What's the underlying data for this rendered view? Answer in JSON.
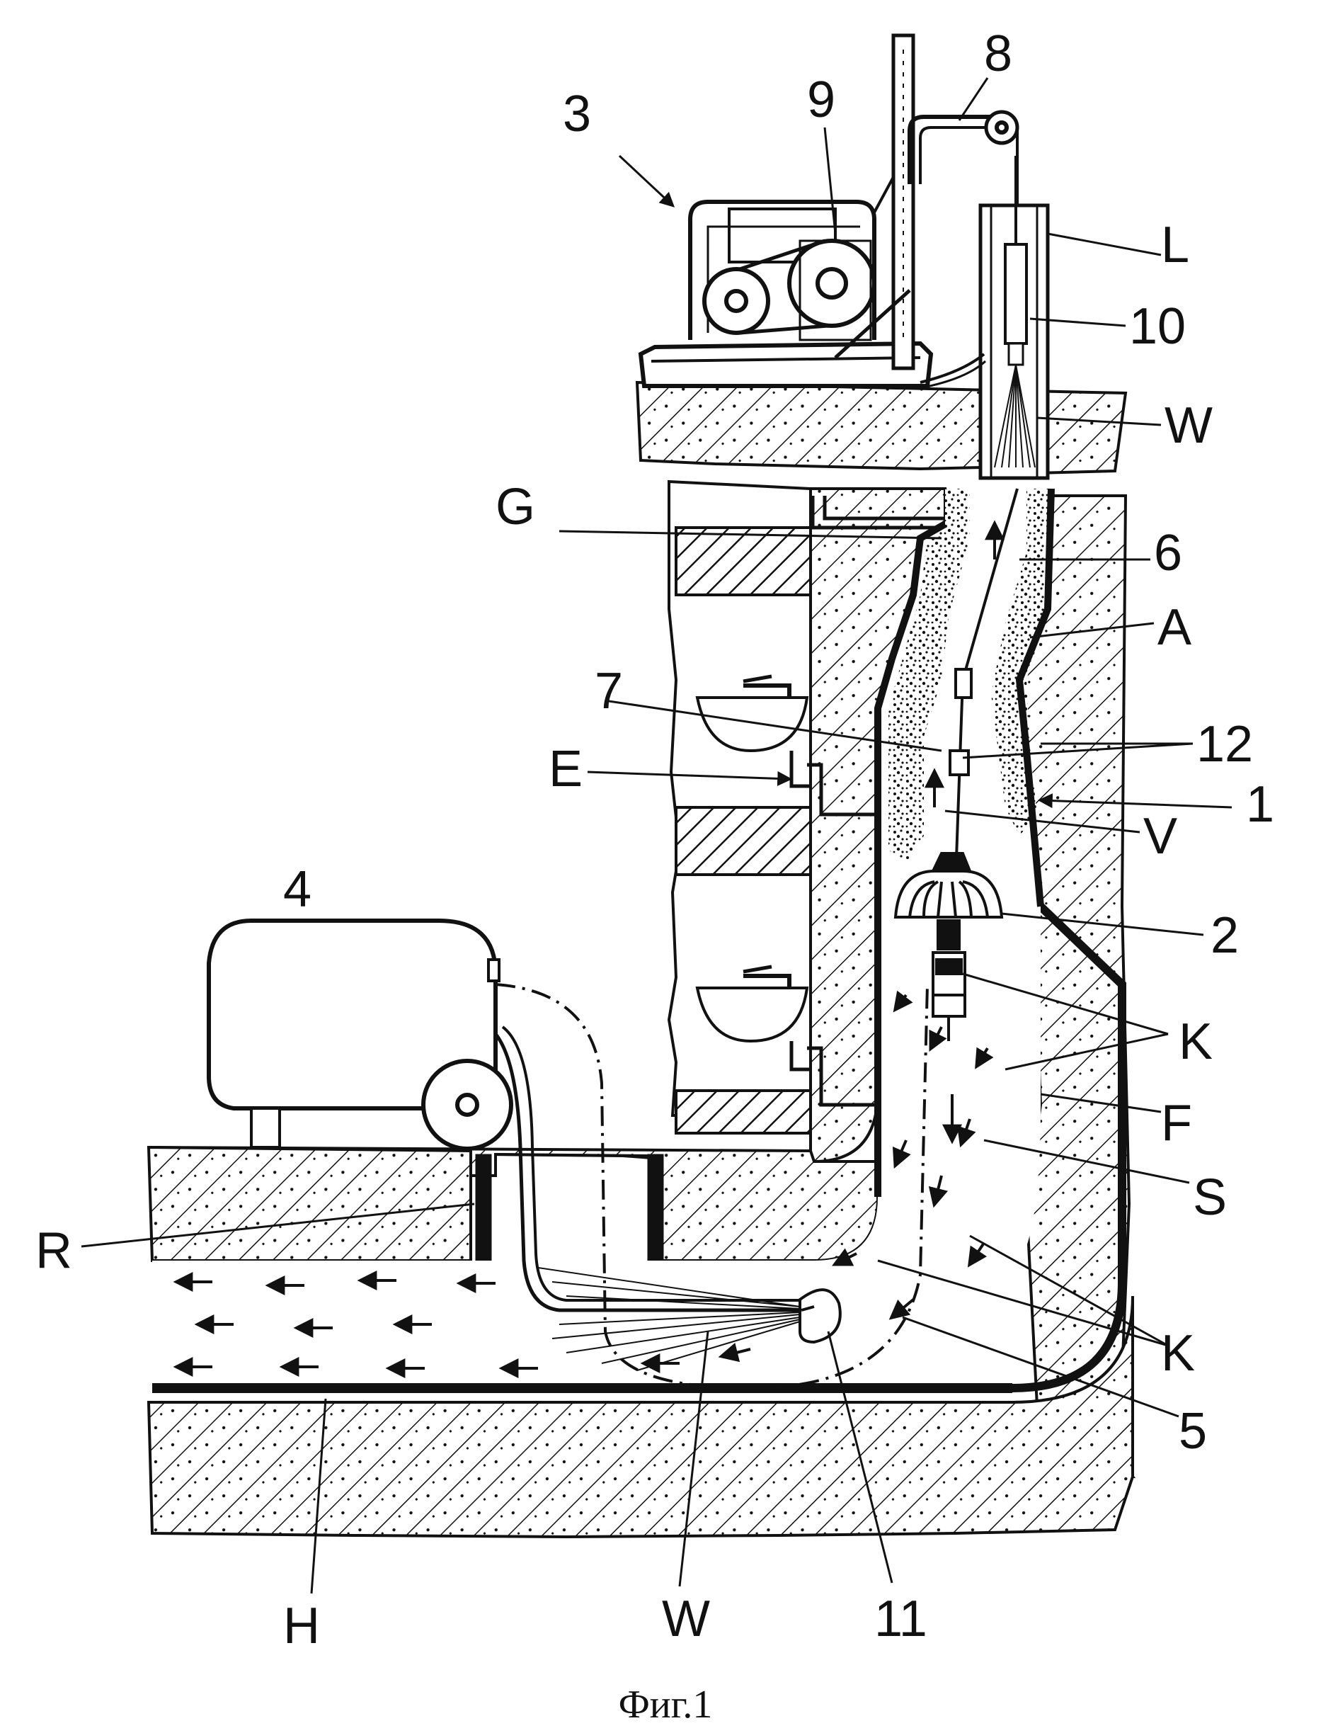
{
  "caption": "Фиг.1",
  "labels": {
    "n1": "1",
    "n2": "2",
    "n3": "3",
    "n4": "4",
    "n5": "5",
    "n6": "6",
    "n7": "7",
    "n8": "8",
    "n9": "9",
    "n10": "10",
    "n11": "11",
    "n12": "12",
    "L": "L",
    "W_top": "W",
    "W_bottom": "W",
    "G": "G",
    "A": "A",
    "E": "E",
    "V": "V",
    "K_upper": "K",
    "K_lower": "K",
    "F": "F",
    "S": "S",
    "R": "R",
    "H": "H"
  }
}
